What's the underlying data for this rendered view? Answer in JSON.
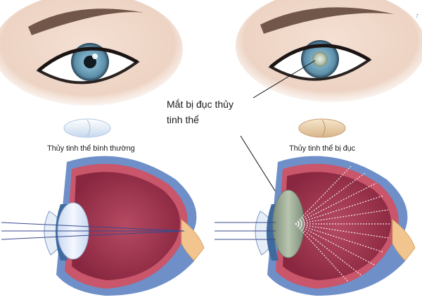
{
  "labels": {
    "normal_lens": "Thủy tinh thể bình thường",
    "cataract_lens": "Thủy tinh thể bị đục",
    "callout_line1": "Mắt bị đục thủy",
    "callout_line2": "tinh thể",
    "corner_mark": "7"
  },
  "colors": {
    "sclera_outer": "#6b8cc4",
    "choroid": "#c9566b",
    "vitreous": "#9a2f48",
    "clear_lens": "#dfe9f8",
    "cloudy_lens": "#9aa890",
    "cloudy_lens_badge": "#e7c89d",
    "iris_blue": "#6f9fb8",
    "optic_nerve": "#f2c58f"
  },
  "icons": [
    "clear-lens-icon",
    "cloudy-lens-icon"
  ]
}
